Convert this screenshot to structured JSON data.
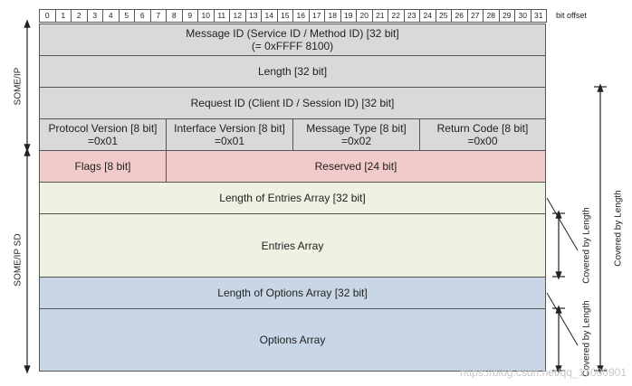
{
  "bit_offset_label": "bit offset",
  "bits": [
    "0",
    "1",
    "2",
    "3",
    "4",
    "5",
    "6",
    "7",
    "8",
    "9",
    "10",
    "11",
    "12",
    "13",
    "14",
    "15",
    "16",
    "17",
    "18",
    "19",
    "20",
    "21",
    "22",
    "23",
    "24",
    "25",
    "26",
    "27",
    "28",
    "29",
    "30",
    "31"
  ],
  "side_labels": {
    "someip": "SOME/IP",
    "someip_sd": "SOME/IP SD",
    "covered_outer": "Covered by Length",
    "covered_entries": "Covered by Length",
    "covered_options": "Covered by Length"
  },
  "fields": {
    "message_id": {
      "line1": "Message ID (Service ID / Method ID) [32 bit]",
      "line2": "(= 0xFFFF 8100)"
    },
    "length": {
      "line1": "Length [32 bit]"
    },
    "request_id": {
      "line1": "Request ID (Client ID / Session ID) [32 bit]"
    },
    "protocol_version": {
      "line1": "Protocol Version [8 bit]",
      "line2": "=0x01"
    },
    "interface_version": {
      "line1": "Interface Version [8 bit]",
      "line2": "=0x01"
    },
    "message_type": {
      "line1": "Message Type [8 bit]",
      "line2": "=0x02"
    },
    "return_code": {
      "line1": "Return Code [8 bit]",
      "line2": "=0x00"
    },
    "flags": {
      "line1": "Flags [8 bit]"
    },
    "reserved": {
      "line1": "Reserved [24 bit]"
    },
    "length_entries": {
      "line1": "Length of Entries Array  [32 bit]"
    },
    "entries_array": {
      "line1": "Entries Array"
    },
    "length_options": {
      "line1": "Length of Options Array  [32 bit]"
    },
    "options_array": {
      "line1": "Options Array"
    }
  },
  "watermark": "https://blog.csdn.net/qq_17080901",
  "colors": {
    "header": "#d9d9d9",
    "flags": "#f1caca",
    "entries": "#edf2e2",
    "options": "#c8d6e6"
  }
}
